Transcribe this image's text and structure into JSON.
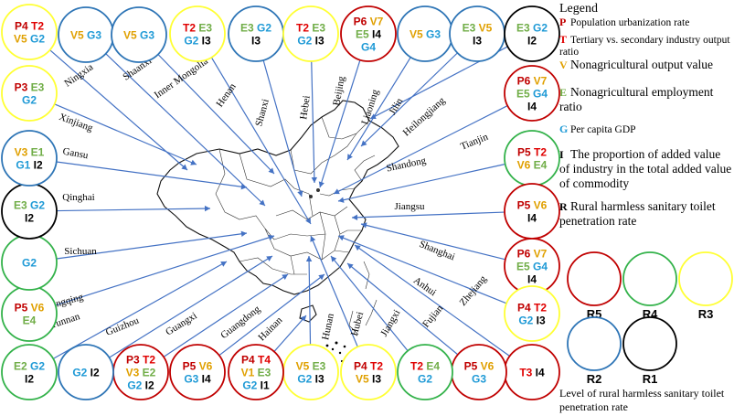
{
  "colors": {
    "P": "#c00000",
    "T": "#e00000",
    "V": "#e0a000",
    "E": "#70ad47",
    "G": "#1f9ad6",
    "I": "#000000",
    "R": "#000000",
    "arrow": "#4472c4",
    "R1": "#000000",
    "R2": "#2e75b6",
    "R3": "#ffff33",
    "R4": "#33b24a",
    "R5": "#c00000"
  },
  "legend": {
    "title": "Legend",
    "items": [
      {
        "code": "P",
        "desc": "Population urbanization rate",
        "size": "small"
      },
      {
        "code": "T",
        "desc": "Tertiary vs. secondary industry output ratio",
        "size": "small"
      },
      {
        "code": "V",
        "desc": "Nonagricultural output value",
        "size": "big"
      },
      {
        "code": "E",
        "desc": "Nonagricultural employment ratio",
        "size": "big"
      },
      {
        "code": "G",
        "desc": "Per capita GDP",
        "size": "small"
      },
      {
        "code": "I",
        "desc": "The proportion of added value of industry in the total added value of commodity",
        "size": "big"
      },
      {
        "code": "R",
        "desc": "Rural harmless sanitary toilet penetration rate",
        "size": "big"
      }
    ],
    "levels": [
      "R5",
      "R4",
      "R3",
      "R2",
      "R1"
    ],
    "caption": "Level of rural harmless sanitary toilet penetration rate"
  },
  "provinces": [
    {
      "name": "Ningxia",
      "ring": "R3",
      "lines": [
        [
          "P4",
          "T2"
        ],
        [
          "V5",
          "G2"
        ]
      ]
    },
    {
      "name": "Shaanxi",
      "ring": "R2",
      "lines": [
        [
          "V5",
          "G3"
        ]
      ]
    },
    {
      "name": "Inner Mongolia",
      "ring": "R2",
      "lines": [
        [
          "V5",
          "G3"
        ]
      ]
    },
    {
      "name": "Henan",
      "ring": "R3",
      "lines": [
        [
          "T2",
          "E3"
        ],
        [
          "G2",
          "I3"
        ]
      ]
    },
    {
      "name": "Shanxi",
      "ring": "R2",
      "lines": [
        [
          "E3",
          "G2"
        ],
        [
          "I3"
        ]
      ]
    },
    {
      "name": "Hebei",
      "ring": "R3",
      "lines": [
        [
          "T2",
          "E3"
        ],
        [
          "G2",
          "I3"
        ]
      ]
    },
    {
      "name": "Beijing",
      "ring": "R5",
      "lines": [
        [
          "P6",
          "V7"
        ],
        [
          "E5",
          "I4"
        ],
        [
          "G4"
        ]
      ]
    },
    {
      "name": "Liaoning",
      "ring": "R2",
      "lines": [
        [
          "V5",
          "G3"
        ]
      ]
    },
    {
      "name": "Jilin",
      "ring": "R2",
      "lines": [
        [
          "E3",
          "V5"
        ],
        [
          "I3"
        ]
      ]
    },
    {
      "name": "Heilongjiang",
      "ring": "R1",
      "lines": [
        [
          "E3",
          "G2"
        ],
        [
          "I2"
        ]
      ]
    },
    {
      "name": "Tianjin",
      "ring": "R5",
      "lines": [
        [
          "P6",
          "V7"
        ],
        [
          "E5",
          "G4"
        ],
        [
          "I4"
        ]
      ]
    },
    {
      "name": "Shandong",
      "ring": "R4",
      "lines": [
        [
          "P5",
          "T2"
        ],
        [
          "V6",
          "E4"
        ]
      ]
    },
    {
      "name": "Jiangsu",
      "ring": "R5",
      "lines": [
        [
          "P5",
          "V6"
        ],
        [
          "I4"
        ]
      ]
    },
    {
      "name": "Shanghai",
      "ring": "R5",
      "lines": [
        [
          "P6",
          "V7"
        ],
        [
          "E5",
          "G4"
        ],
        [
          "I4"
        ]
      ]
    },
    {
      "name": "Anhui",
      "ring": "R3",
      "lines": [
        [
          "P4",
          "T2"
        ],
        [
          "G2",
          "I3"
        ]
      ]
    },
    {
      "name": "Zhejiang",
      "ring": "R5",
      "lines": [
        [
          "T3",
          "I4"
        ]
      ]
    },
    {
      "name": "Fujian",
      "ring": "R5",
      "lines": [
        [
          "P5",
          "V6"
        ],
        [
          "G3"
        ]
      ]
    },
    {
      "name": "Jiangxi",
      "ring": "R4",
      "lines": [
        [
          "T2",
          "E4"
        ],
        [
          "G2"
        ]
      ]
    },
    {
      "name": "Hubei",
      "ring": "R3",
      "lines": [
        [
          "P4",
          "T2"
        ],
        [
          "V5",
          "I3"
        ]
      ]
    },
    {
      "name": "Hunan",
      "ring": "R3",
      "lines": [
        [
          "V5",
          "E3"
        ],
        [
          "G2",
          "I3"
        ]
      ]
    },
    {
      "name": "Hainan",
      "ring": "R5",
      "lines": [
        [
          "P4",
          "T4"
        ],
        [
          "V1",
          "E3"
        ],
        [
          "G2",
          "I1"
        ]
      ]
    },
    {
      "name": "Guangdong",
      "ring": "R5",
      "lines": [
        [
          "P5",
          "V6"
        ],
        [
          "G3",
          "I4"
        ]
      ]
    },
    {
      "name": "Guangxi",
      "ring": "R5",
      "lines": [
        [
          "P3",
          "T2"
        ],
        [
          "V3",
          "E2"
        ],
        [
          "G2",
          "I2"
        ]
      ]
    },
    {
      "name": "Guizhou",
      "ring": "R2",
      "lines": [
        [
          "G2",
          "I2"
        ]
      ]
    },
    {
      "name": "Yunnan",
      "ring": "R4",
      "lines": [
        [
          "E2",
          "G2"
        ],
        [
          "I2"
        ]
      ]
    },
    {
      "name": "Chongqing",
      "ring": "R4",
      "lines": [
        [
          "P5",
          "V6"
        ],
        [
          "E4"
        ]
      ]
    },
    {
      "name": "Sichuan",
      "ring": "R4",
      "lines": [
        [
          "G2"
        ]
      ]
    },
    {
      "name": "Qinghai",
      "ring": "R1",
      "lines": [
        [
          "E3",
          "G2"
        ],
        [
          "I2"
        ]
      ]
    },
    {
      "name": "Gansu",
      "ring": "R2",
      "lines": [
        [
          "V3",
          "E1"
        ],
        [
          "G1",
          "I2"
        ]
      ]
    },
    {
      "name": "Xinjiang",
      "ring": "R3",
      "lines": [
        [
          "P3",
          "E3"
        ],
        [
          "G2"
        ]
      ]
    }
  ]
}
